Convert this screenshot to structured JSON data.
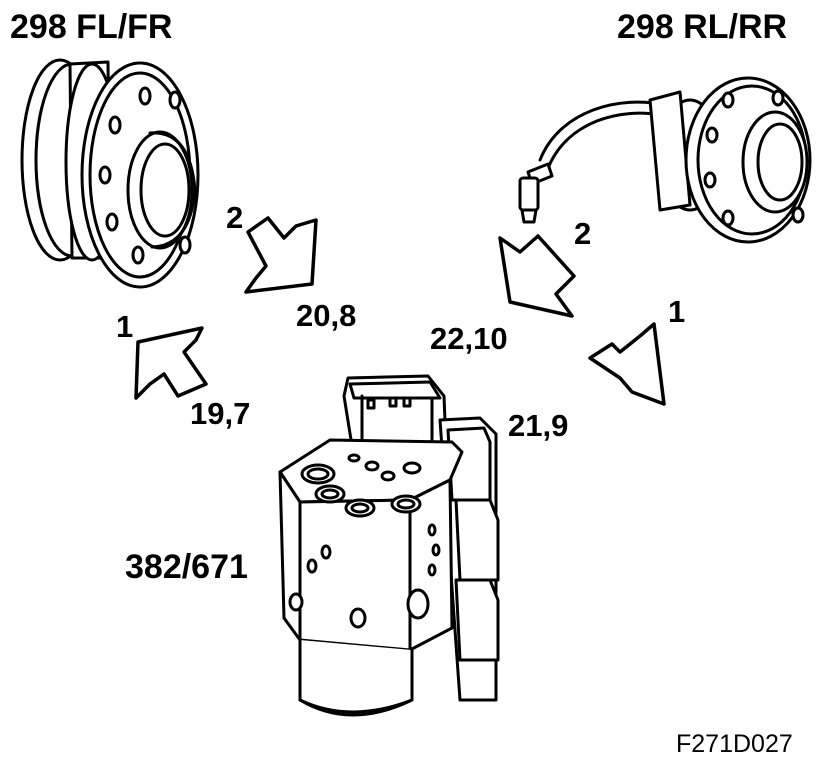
{
  "labels": {
    "front_hub": "298 FL/FR",
    "rear_hub": "298 RL/RR",
    "front_arrow_top_num": "2",
    "front_arrow_bottom_num": "1",
    "rear_arrow_top_num": "2",
    "rear_arrow_bottom_num": "1",
    "torque_front_top": "20,8",
    "torque_front_bottom": "19,7",
    "torque_rear_top": "22,10",
    "torque_rear_bottom": "21,9",
    "abs_unit": "382/671",
    "figure_code": "F271D027"
  }
}
